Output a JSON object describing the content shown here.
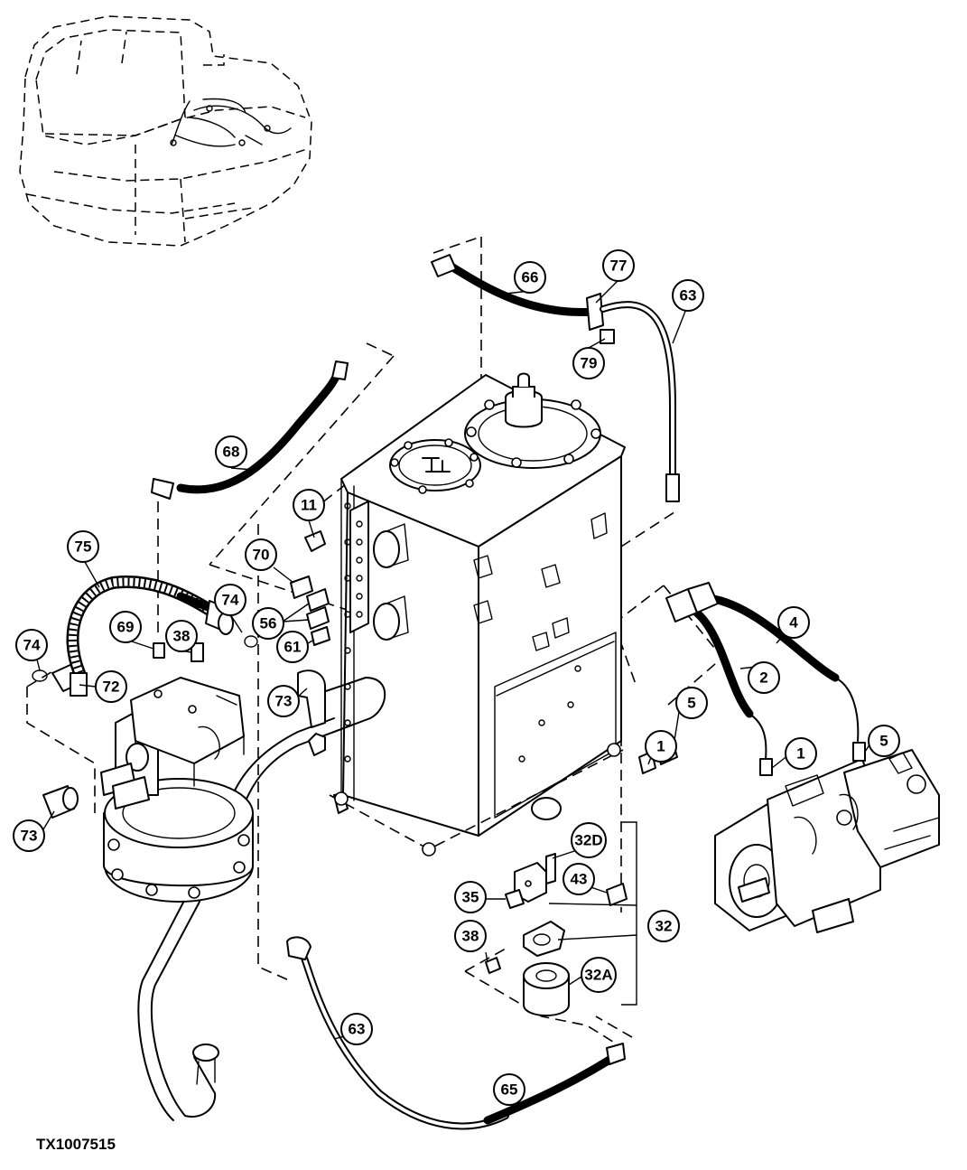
{
  "figure_id": "TX1007515",
  "callouts": {
    "c1a": "1",
    "c1b": "1",
    "c2": "2",
    "c4": "4",
    "c5a": "5",
    "c5b": "5",
    "c11": "11",
    "c32": "32",
    "c32a": "32A",
    "c32d": "32D",
    "c35": "35",
    "c38a": "38",
    "c38b": "38",
    "c43": "43",
    "c56": "56",
    "c61": "61",
    "c63a": "63",
    "c63b": "63",
    "c65": "65",
    "c66": "66",
    "c68": "68",
    "c69": "69",
    "c70": "70",
    "c72": "72",
    "c73a": "73",
    "c73b": "73",
    "c74a": "74",
    "c74b": "74",
    "c75": "75",
    "c77": "77",
    "c79": "79"
  }
}
